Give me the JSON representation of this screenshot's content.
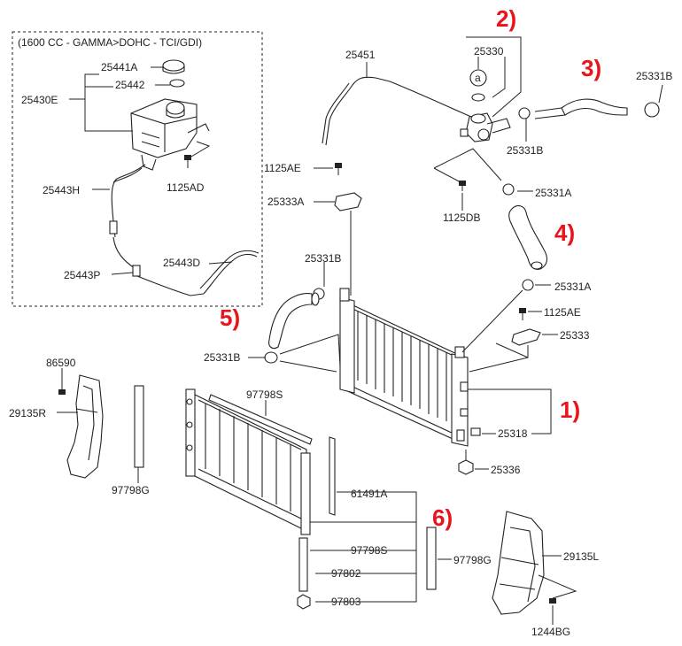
{
  "kit_caption": "(1600 CC - GAMMA>DOHC - TCI/GDI)",
  "callouts": {
    "c1": "1)",
    "c2": "2)",
    "c3": "3)",
    "c4": "4)",
    "c5": "5)",
    "c6": "6)"
  },
  "part_numbers": {
    "p25441A": "25441A",
    "p25442": "25442",
    "p25430E": "25430E",
    "p1125AD": "1125AD",
    "p25443H": "25443H",
    "p25443D": "25443D",
    "p25443P": "25443P",
    "p25451": "25451",
    "p25330": "25330",
    "p25331B_top": "25331B",
    "p25331B_mid": "25331B",
    "p25331A_top": "25331A",
    "p1125DB": "1125DB",
    "p1125AE_top": "1125AE",
    "p25333A": "25333A",
    "p25331B_left": "25331B",
    "p25331A_right": "25331A",
    "p1125AE_right": "1125AE",
    "p25333": "25333",
    "p25331B_lower": "25331B",
    "p86590": "86590",
    "p29135R": "29135R",
    "p97798S_top": "97798S",
    "p97798G_left": "97798G",
    "p25318": "25318",
    "p25336": "25336",
    "p61491A": "61491A",
    "p97798S_bottom": "97798S",
    "p97798G_right": "97798G",
    "p97802": "97802",
    "p97803": "97803",
    "p29135L": "29135L",
    "p1244BG": "1244BG"
  },
  "colors": {
    "callout": "#e8141c",
    "line": "#222222"
  }
}
